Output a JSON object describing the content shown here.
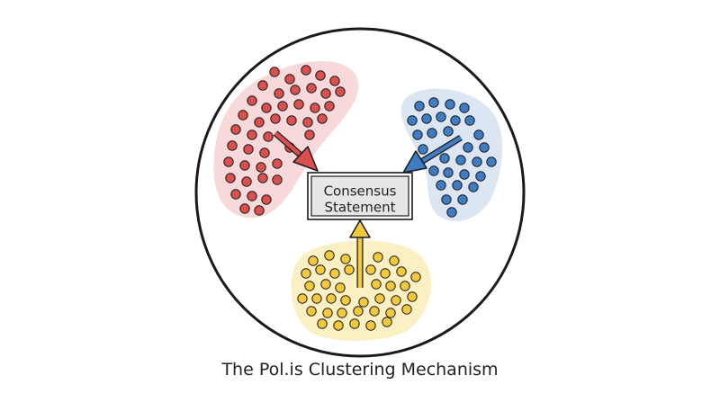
{
  "caption": "The Pol.is Clustering Mechanism",
  "consensus_box": {
    "line1": "Consensus",
    "line2": "Statement"
  },
  "clusters": [
    {
      "name": "red-cluster",
      "fill": "#d9504f",
      "blob": "#f7d9d9"
    },
    {
      "name": "blue-cluster",
      "fill": "#3f7cc4",
      "blob": "#dce6f3"
    },
    {
      "name": "yellow-cluster",
      "fill": "#f4c93e",
      "blob": "#fbf0c4"
    }
  ],
  "colors": {
    "outline": "#1a1a1a",
    "box_fill": "#e6e6e6",
    "text": "#222222"
  }
}
